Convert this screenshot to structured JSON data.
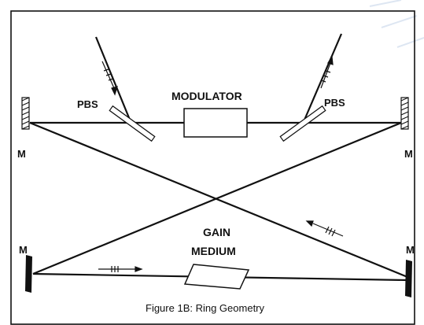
{
  "figure": {
    "caption": "Figure 1B: Ring Geometry"
  },
  "labels": {
    "modulator": "MODULATOR",
    "gain_line1": "GAIN",
    "gain_line2": "MEDIUM",
    "pbs": "PBS",
    "mirror": "M"
  }
}
